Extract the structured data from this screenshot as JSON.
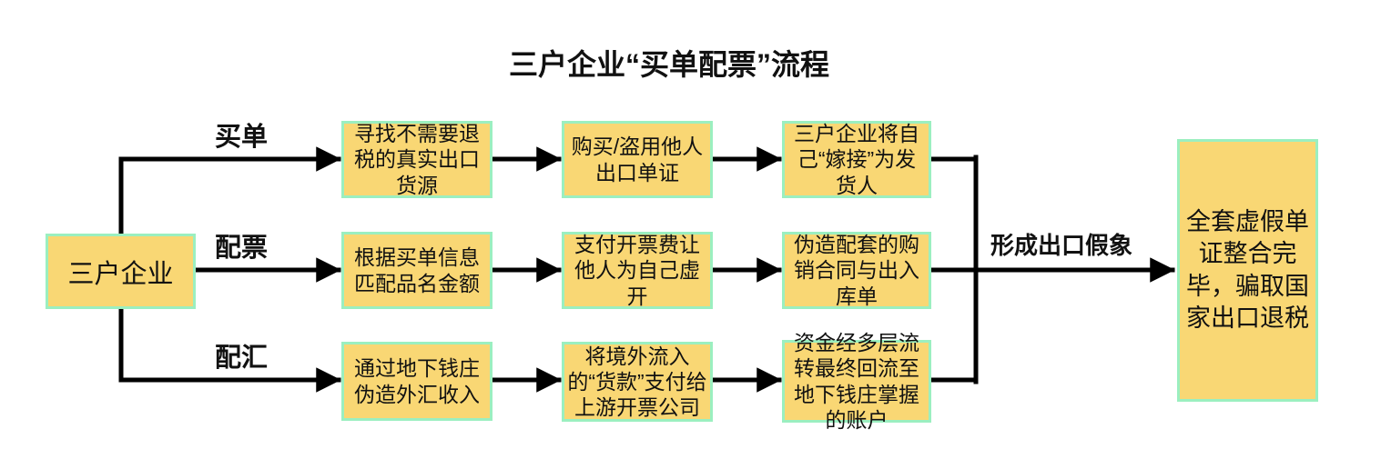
{
  "title": "三户企业“买单配票”流程",
  "colors": {
    "box_fill": "#F9D774",
    "box_border": "#9BEFC0",
    "line": "#000000",
    "text": "#111111",
    "background": "#FFFFFF"
  },
  "source": {
    "label": "三户企业"
  },
  "rows": [
    {
      "label": "买单",
      "steps": [
        "寻找不需要退税的真实出口货源",
        "购买/盗用他人出口单证",
        "三户企业将自己“嫁接”为发货人"
      ]
    },
    {
      "label": "配票",
      "steps": [
        "根据买单信息匹配品名金额",
        "支付开票费让他人为自己虚开",
        "伪造配套的购销合同与出入库单"
      ]
    },
    {
      "label": "配汇",
      "steps": [
        "通过地下钱庄伪造外汇收入",
        "将境外流入的“货款”支付给上游开票公司",
        "资金经多层流转最终回流至地下钱庄掌握的账户"
      ]
    }
  ],
  "merge": {
    "label": "形成出口假象"
  },
  "result": {
    "label": "全套虚假单证整合完毕，骗取国家出口退税"
  }
}
